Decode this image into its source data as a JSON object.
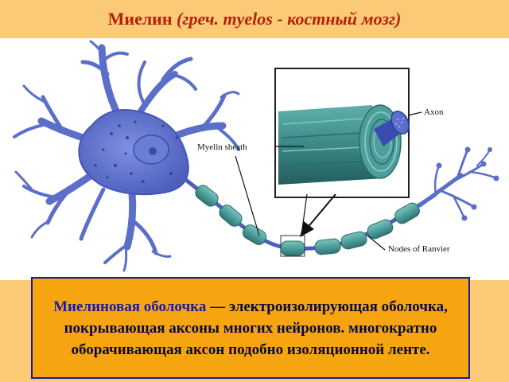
{
  "title": {
    "main": "Миелин",
    "subtitle": "(греч. myelos - костный мозг)"
  },
  "diagram": {
    "labels": {
      "axon": "Axon",
      "myelin_sheath": "Myelin sheath",
      "nodes_of_ranvier": "Nodes of Ranvier"
    }
  },
  "definition": {
    "term": "Миелиновая оболочка",
    "body": " — электроизолирующая оболочка, покрывающая аксоны многих нейронов. многократно оборачивающая аксон подобно изоляционной ленте."
  },
  "colors": {
    "title_band": "#fbca76",
    "title_text": "#b8200c",
    "definition_box": "#f6a511",
    "definition_border": "#1a1a9a",
    "neuron": "#5b6fc9",
    "myelin": "#4a9a98"
  }
}
